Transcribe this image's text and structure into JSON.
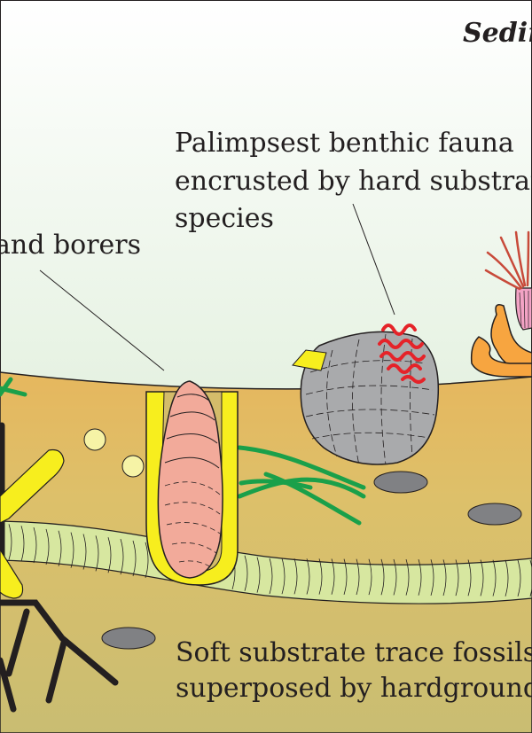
{
  "title": "Sedim",
  "labels": {
    "palimpsest": [
      "Palimpsest benthic fauna",
      "encrusted by hard substrate",
      "species"
    ],
    "borers": "and borers",
    "soft_substrate": [
      "Soft substrate trace fossils",
      "superposed by hardground"
    ]
  },
  "colors": {
    "water_top": "#ffffff",
    "water_bottom": "#cfe6c8",
    "sediment": "#e7bb63",
    "sediment_deep": "#d4bc6a",
    "burrow_fill": "#d7e7a0",
    "boring_wall": "#f7ee1e",
    "bivalve": "#f2aa9a",
    "shell_grey": "#a9aaac",
    "bryozoan_red": "#e52329",
    "trace_green": "#1aa04a",
    "sponge_orange": "#f7a540",
    "anemone_pink": "#f3a3c5",
    "pebble": "#808184",
    "ooid": "#f6f3a6"
  }
}
